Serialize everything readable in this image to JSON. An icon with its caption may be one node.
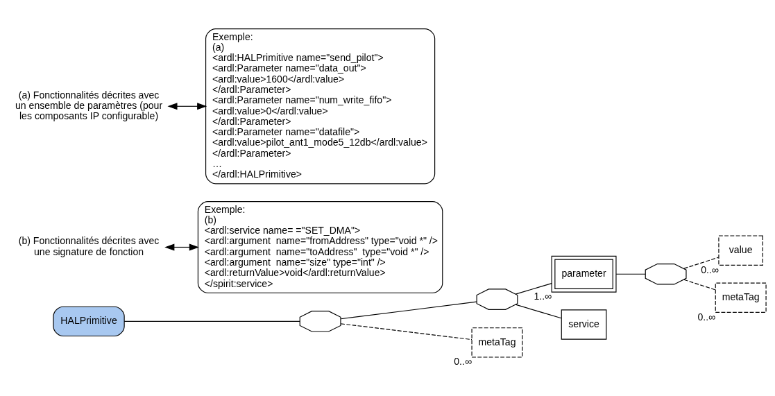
{
  "diagram": {
    "nodes": [
      {
        "text": [
          "HALPrimitive"
        ]
      },
      {
        "text": [],
        "shape": "octagon"
      },
      {
        "text": [],
        "shape": "octagon"
      },
      {
        "text": [
          "parameter"
        ],
        "beside": [
          "1..∞"
        ]
      },
      {
        "text": [],
        "shape": "octagon"
      },
      {
        "text": [
          "value"
        ],
        "beside": [
          "0..∞"
        ]
      },
      {
        "text": [
          "metaTag"
        ],
        "beside": [
          "0..∞"
        ]
      },
      {
        "text": [
          "service"
        ]
      },
      {
        "text": [
          "metaTag"
        ],
        "beside": [
          "0..∞"
        ]
      },
      {
        "text": [
          "(b) Fonctionnalités décrites avec une signature de fonction"
        ]
      },
      {
        "text": [
          "(a) Fonctionnalités décrites avec un ensemble de paramètres (pour les composants IP configurable)"
        ]
      },
      {
        "text": [
          "Exemple:",
          "(b)",
          "<ardl:service name= =\"SET_DMA\">",
          "<ardl:argument  name=\"fromAddress\" type=\"void *\" />",
          "<ardl:argument  name=\"toAddress\"  type=\"void *\" />",
          "<ardl:argument  name=\"size\" type=\"int\" />",
          "<ardl:returnValue>void</ardl:returnValue>",
          "</spirit:service>"
        ]
      },
      {
        "text": [
          "Exemple:",
          "(a)",
          "<ardl:HALPrimitive name=\"send_pilot\">",
          "<ardl:Parameter name=\"data_out\">",
          "<ardl:value>1600</ardl:value>",
          "</ardl:Parameter>",
          "<ardl:Parameter name=\"num_write_fifo\">",
          "<ardl:value>0</ardl:value>",
          "</ardl:Parameter>",
          "<ardl:Parameter name=\"datafile\">",
          "<ardl:value>pilot_ant1_mode5_12db</ardl:value>",
          "</ardl:Parameter>",
          "…",
          "</ardl:HALPrimitive>"
        ]
      }
    ],
    "edges": [
      {
        "from": 0,
        "to": 1,
        "arrow": "none"
      },
      {
        "from": 1,
        "to": 2,
        "arrow": "none"
      },
      {
        "from": 1,
        "to": 8,
        "arrow": "none",
        "style": "dashed"
      },
      {
        "from": 2,
        "to": 3,
        "arrow": "none"
      },
      {
        "from": 2,
        "to": 7,
        "arrow": "none"
      },
      {
        "from": 3,
        "to": 4,
        "arrow": "none"
      },
      {
        "from": 4,
        "to": 5,
        "arrow": "none",
        "style": "dashed"
      },
      {
        "from": 4,
        "to": 6,
        "arrow": "none",
        "style": "dashed"
      },
      {
        "from": 9,
        "to": 11,
        "arrow": "both"
      },
      {
        "from": 10,
        "to": 12,
        "arrow": "both"
      }
    ]
  }
}
